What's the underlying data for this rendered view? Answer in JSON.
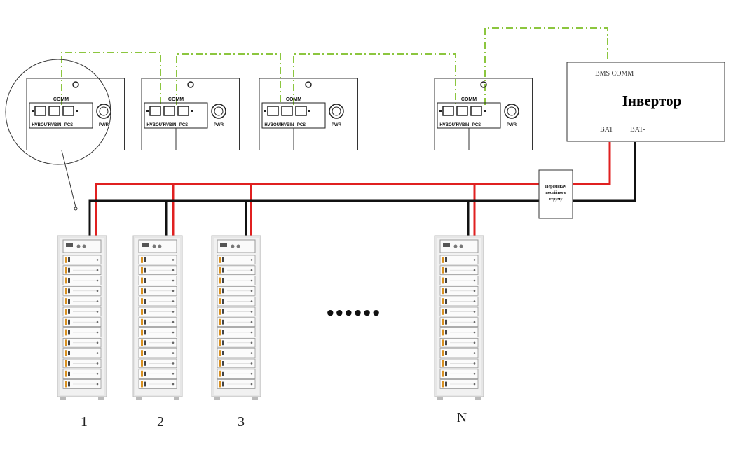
{
  "inverter": {
    "title": "Інвертор",
    "bms_comm": "BMS COMM",
    "bat_plus": "BAT+",
    "bat_minus": "BAT-"
  },
  "dc_switch": {
    "lines": [
      "Перемикач",
      "постійного",
      "струму"
    ]
  },
  "bms_panel": {
    "comm": "COMM",
    "hvbout": "HVBOUT",
    "hvbin": "HVBIN",
    "pcs": "PCS",
    "pwr": "PWR"
  },
  "racks": [
    {
      "label": "1"
    },
    {
      "label": "2"
    },
    {
      "label": "3"
    },
    {
      "label": "N"
    }
  ],
  "ellipsis": "● ● ● ● ● ●",
  "colors": {
    "positive": "#e02020",
    "negative": "#111111",
    "comm": "#8cc63f"
  }
}
